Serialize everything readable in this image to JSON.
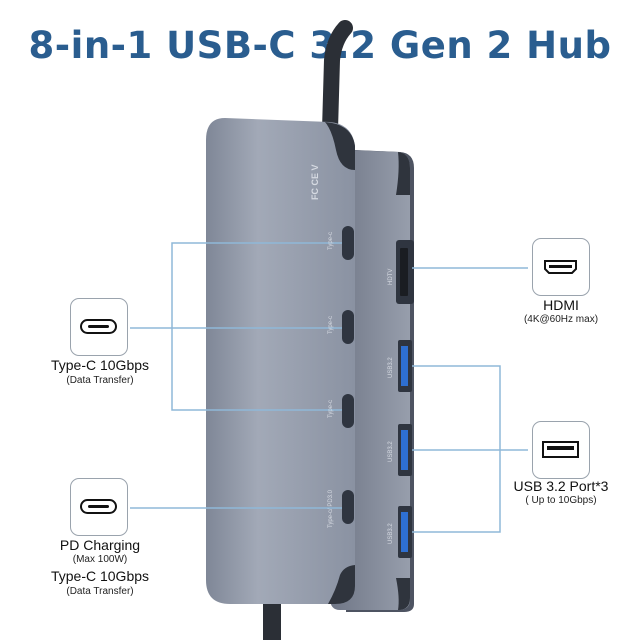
{
  "title": "8-in-1 USB-C 3.2 Gen 2 Hub",
  "colors": {
    "title": "#2a5d8f",
    "callout_line": "#8fb8d8",
    "hub_body": "#8d95a5",
    "hub_dark": "#5f6676",
    "port": "#2f3540",
    "usb_blue": "#2e6fd1"
  },
  "callouts": {
    "typec_data": {
      "icon": "usb-c-port-icon",
      "label": "Type-C 10Gbps",
      "sub": "(Data Transfer)"
    },
    "pd": {
      "icon": "usb-c-port-icon",
      "label1": "PD Charging",
      "sub1": "(Max 100W)",
      "label2": "Type-C 10Gbps",
      "sub2": "(Data Transfer)"
    },
    "hdmi": {
      "icon": "hdmi-port-icon",
      "label": "HDMI",
      "sub": "(4K@60Hz max)"
    },
    "usb": {
      "icon": "usb-a-port-icon",
      "label": "USB 3.2 Port*3",
      "sub": "( Up to 10Gbps)"
    }
  },
  "hub_labels": {
    "front_ports": [
      "Type-c",
      "Type-c",
      "Type-c",
      "Type-c/ PD3.0"
    ],
    "side_ports": [
      "HDTV",
      "USB3.2",
      "USB3.2",
      "USB3.2"
    ],
    "cert": "FC CE V"
  }
}
